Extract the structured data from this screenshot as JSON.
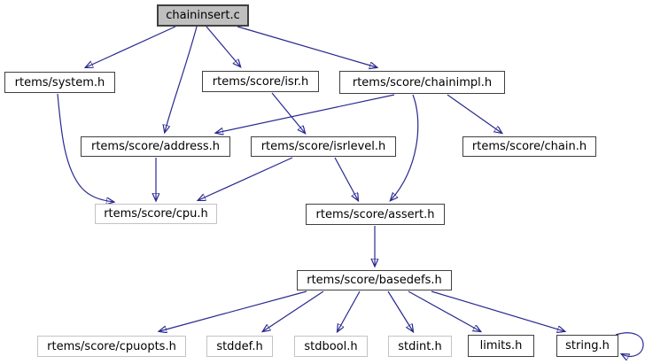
{
  "graph": {
    "type": "include-dependency-graph",
    "root_file": "chaininsert.c",
    "colors": {
      "edge": "#28288f",
      "node_fill": "#ffffff",
      "root_fill": "#bfbfbf",
      "border_dark": "#404040",
      "border_light": "#c3c3c3",
      "text": "#000000"
    },
    "nodes": [
      {
        "id": "chaininsert.c",
        "label": "chaininsert.c",
        "kind": "root"
      },
      {
        "id": "rtems/system.h",
        "label": "rtems/system.h",
        "kind": "linked"
      },
      {
        "id": "rtems/score/isr.h",
        "label": "rtems/score/isr.h",
        "kind": "linked"
      },
      {
        "id": "rtems/score/chainimpl.h",
        "label": "rtems/score/chainimpl.h",
        "kind": "linked"
      },
      {
        "id": "rtems/score/address.h",
        "label": "rtems/score/address.h",
        "kind": "linked"
      },
      {
        "id": "rtems/score/isrlevel.h",
        "label": "rtems/score/isrlevel.h",
        "kind": "linked"
      },
      {
        "id": "rtems/score/chain.h",
        "label": "rtems/score/chain.h",
        "kind": "linked"
      },
      {
        "id": "rtems/score/cpu.h",
        "label": "rtems/score/cpu.h",
        "kind": "plain"
      },
      {
        "id": "rtems/score/assert.h",
        "label": "rtems/score/assert.h",
        "kind": "linked"
      },
      {
        "id": "rtems/score/basedefs.h",
        "label": "rtems/score/basedefs.h",
        "kind": "linked"
      },
      {
        "id": "rtems/score/cpuopts.h",
        "label": "rtems/score/cpuopts.h",
        "kind": "plain"
      },
      {
        "id": "stddef.h",
        "label": "stddef.h",
        "kind": "plain"
      },
      {
        "id": "stdbool.h",
        "label": "stdbool.h",
        "kind": "plain"
      },
      {
        "id": "stdint.h",
        "label": "stdint.h",
        "kind": "plain"
      },
      {
        "id": "limits.h",
        "label": "limits.h",
        "kind": "linked"
      },
      {
        "id": "string.h",
        "label": "string.h",
        "kind": "linked"
      }
    ],
    "edges": [
      {
        "from": "chaininsert.c",
        "to": "rtems/system.h"
      },
      {
        "from": "chaininsert.c",
        "to": "rtems/score/address.h"
      },
      {
        "from": "chaininsert.c",
        "to": "rtems/score/isr.h"
      },
      {
        "from": "chaininsert.c",
        "to": "rtems/score/chainimpl.h"
      },
      {
        "from": "rtems/system.h",
        "to": "rtems/score/cpu.h"
      },
      {
        "from": "rtems/score/isr.h",
        "to": "rtems/score/isrlevel.h"
      },
      {
        "from": "rtems/score/chainimpl.h",
        "to": "rtems/score/address.h"
      },
      {
        "from": "rtems/score/chainimpl.h",
        "to": "rtems/score/chain.h"
      },
      {
        "from": "rtems/score/chainimpl.h",
        "to": "rtems/score/assert.h"
      },
      {
        "from": "rtems/score/address.h",
        "to": "rtems/score/cpu.h"
      },
      {
        "from": "rtems/score/isrlevel.h",
        "to": "rtems/score/cpu.h"
      },
      {
        "from": "rtems/score/isrlevel.h",
        "to": "rtems/score/assert.h"
      },
      {
        "from": "rtems/score/assert.h",
        "to": "rtems/score/basedefs.h"
      },
      {
        "from": "rtems/score/basedefs.h",
        "to": "rtems/score/cpuopts.h"
      },
      {
        "from": "rtems/score/basedefs.h",
        "to": "stddef.h"
      },
      {
        "from": "rtems/score/basedefs.h",
        "to": "stdbool.h"
      },
      {
        "from": "rtems/score/basedefs.h",
        "to": "stdint.h"
      },
      {
        "from": "rtems/score/basedefs.h",
        "to": "limits.h"
      },
      {
        "from": "rtems/score/basedefs.h",
        "to": "string.h"
      },
      {
        "from": "string.h",
        "to": "string.h"
      }
    ]
  }
}
